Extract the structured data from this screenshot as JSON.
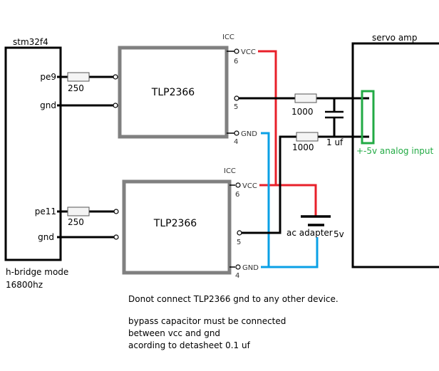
{
  "mcu": {
    "name": "stm32f4",
    "pins": [
      "pe9",
      "gnd",
      "pe11",
      "gnd"
    ],
    "mode": "h-bridge mode",
    "freq": "16800hz"
  },
  "resistors": {
    "input_upper": "250",
    "input_lower": "250",
    "output_upper": "1000",
    "output_lower": "1000"
  },
  "capacitor": "1 uf",
  "optocouplers": [
    {
      "name": "TLP2366",
      "icc": "ICC",
      "vcc": "VCC",
      "vcc_pin": "6",
      "out_pin": "5",
      "gnd": "GND",
      "gnd_pin": "4"
    },
    {
      "name": "TLP2366",
      "icc": "ICC",
      "vcc": "VCC",
      "vcc_pin": "6",
      "out_pin": "5",
      "gnd": "GND",
      "gnd_pin": "4"
    }
  ],
  "power": {
    "label": "ac adapter",
    "voltage": "5v"
  },
  "servo": {
    "name": "servo amp",
    "input_label": "+-5v analog input"
  },
  "notes": [
    "Donot connect  TLP2366 gnd to any other device.",
    "bypass capacitor must be connected",
    "between vcc and gnd",
    "acording to detasheet 0.1 uf"
  ],
  "colors": {
    "vcc_wire": "#e8202a",
    "gnd_wire": "#0aa0e6",
    "highlight": "#22aa44",
    "chip_border": "#808080"
  }
}
